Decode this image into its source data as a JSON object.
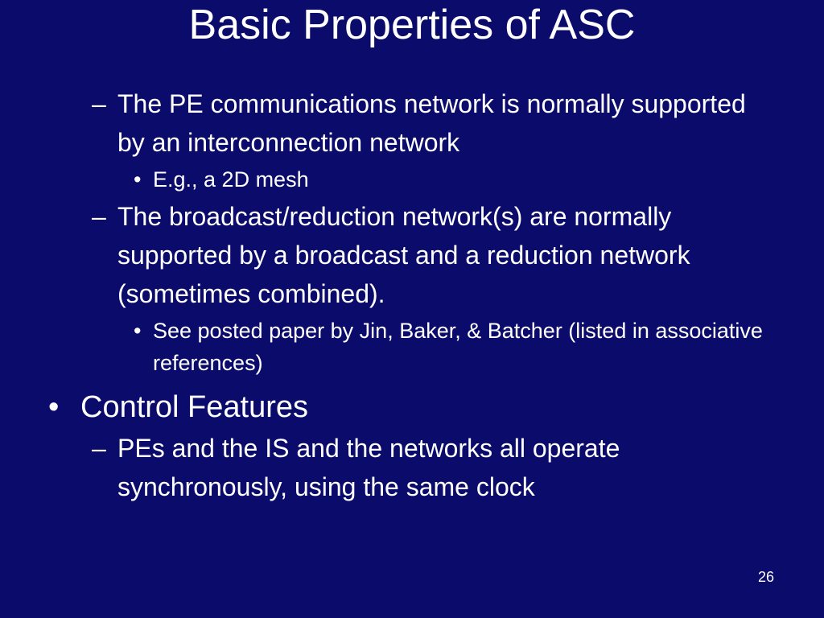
{
  "slide": {
    "title": "Basic Properties of ASC",
    "page_number": "26",
    "dash_marker": "–",
    "bullet_marker": "•",
    "items": [
      {
        "level": 2,
        "text": "The PE communications network is normally supported by an interconnection network"
      },
      {
        "level": 3,
        "text": "E.g., a 2D mesh"
      },
      {
        "level": 2,
        "text": "The broadcast/reduction network(s) are normally supported by a broadcast and a reduction network (sometimes combined)."
      },
      {
        "level": 3,
        "text": "See posted paper by Jin, Baker, & Batcher (listed in associative references)"
      },
      {
        "level": 1,
        "text": "Control Features"
      },
      {
        "level": 2,
        "text": "PEs and the IS and the networks all operate synchronously, using the same clock"
      }
    ]
  },
  "colors": {
    "background": "#0b0b6b",
    "text": "#ffffff"
  }
}
